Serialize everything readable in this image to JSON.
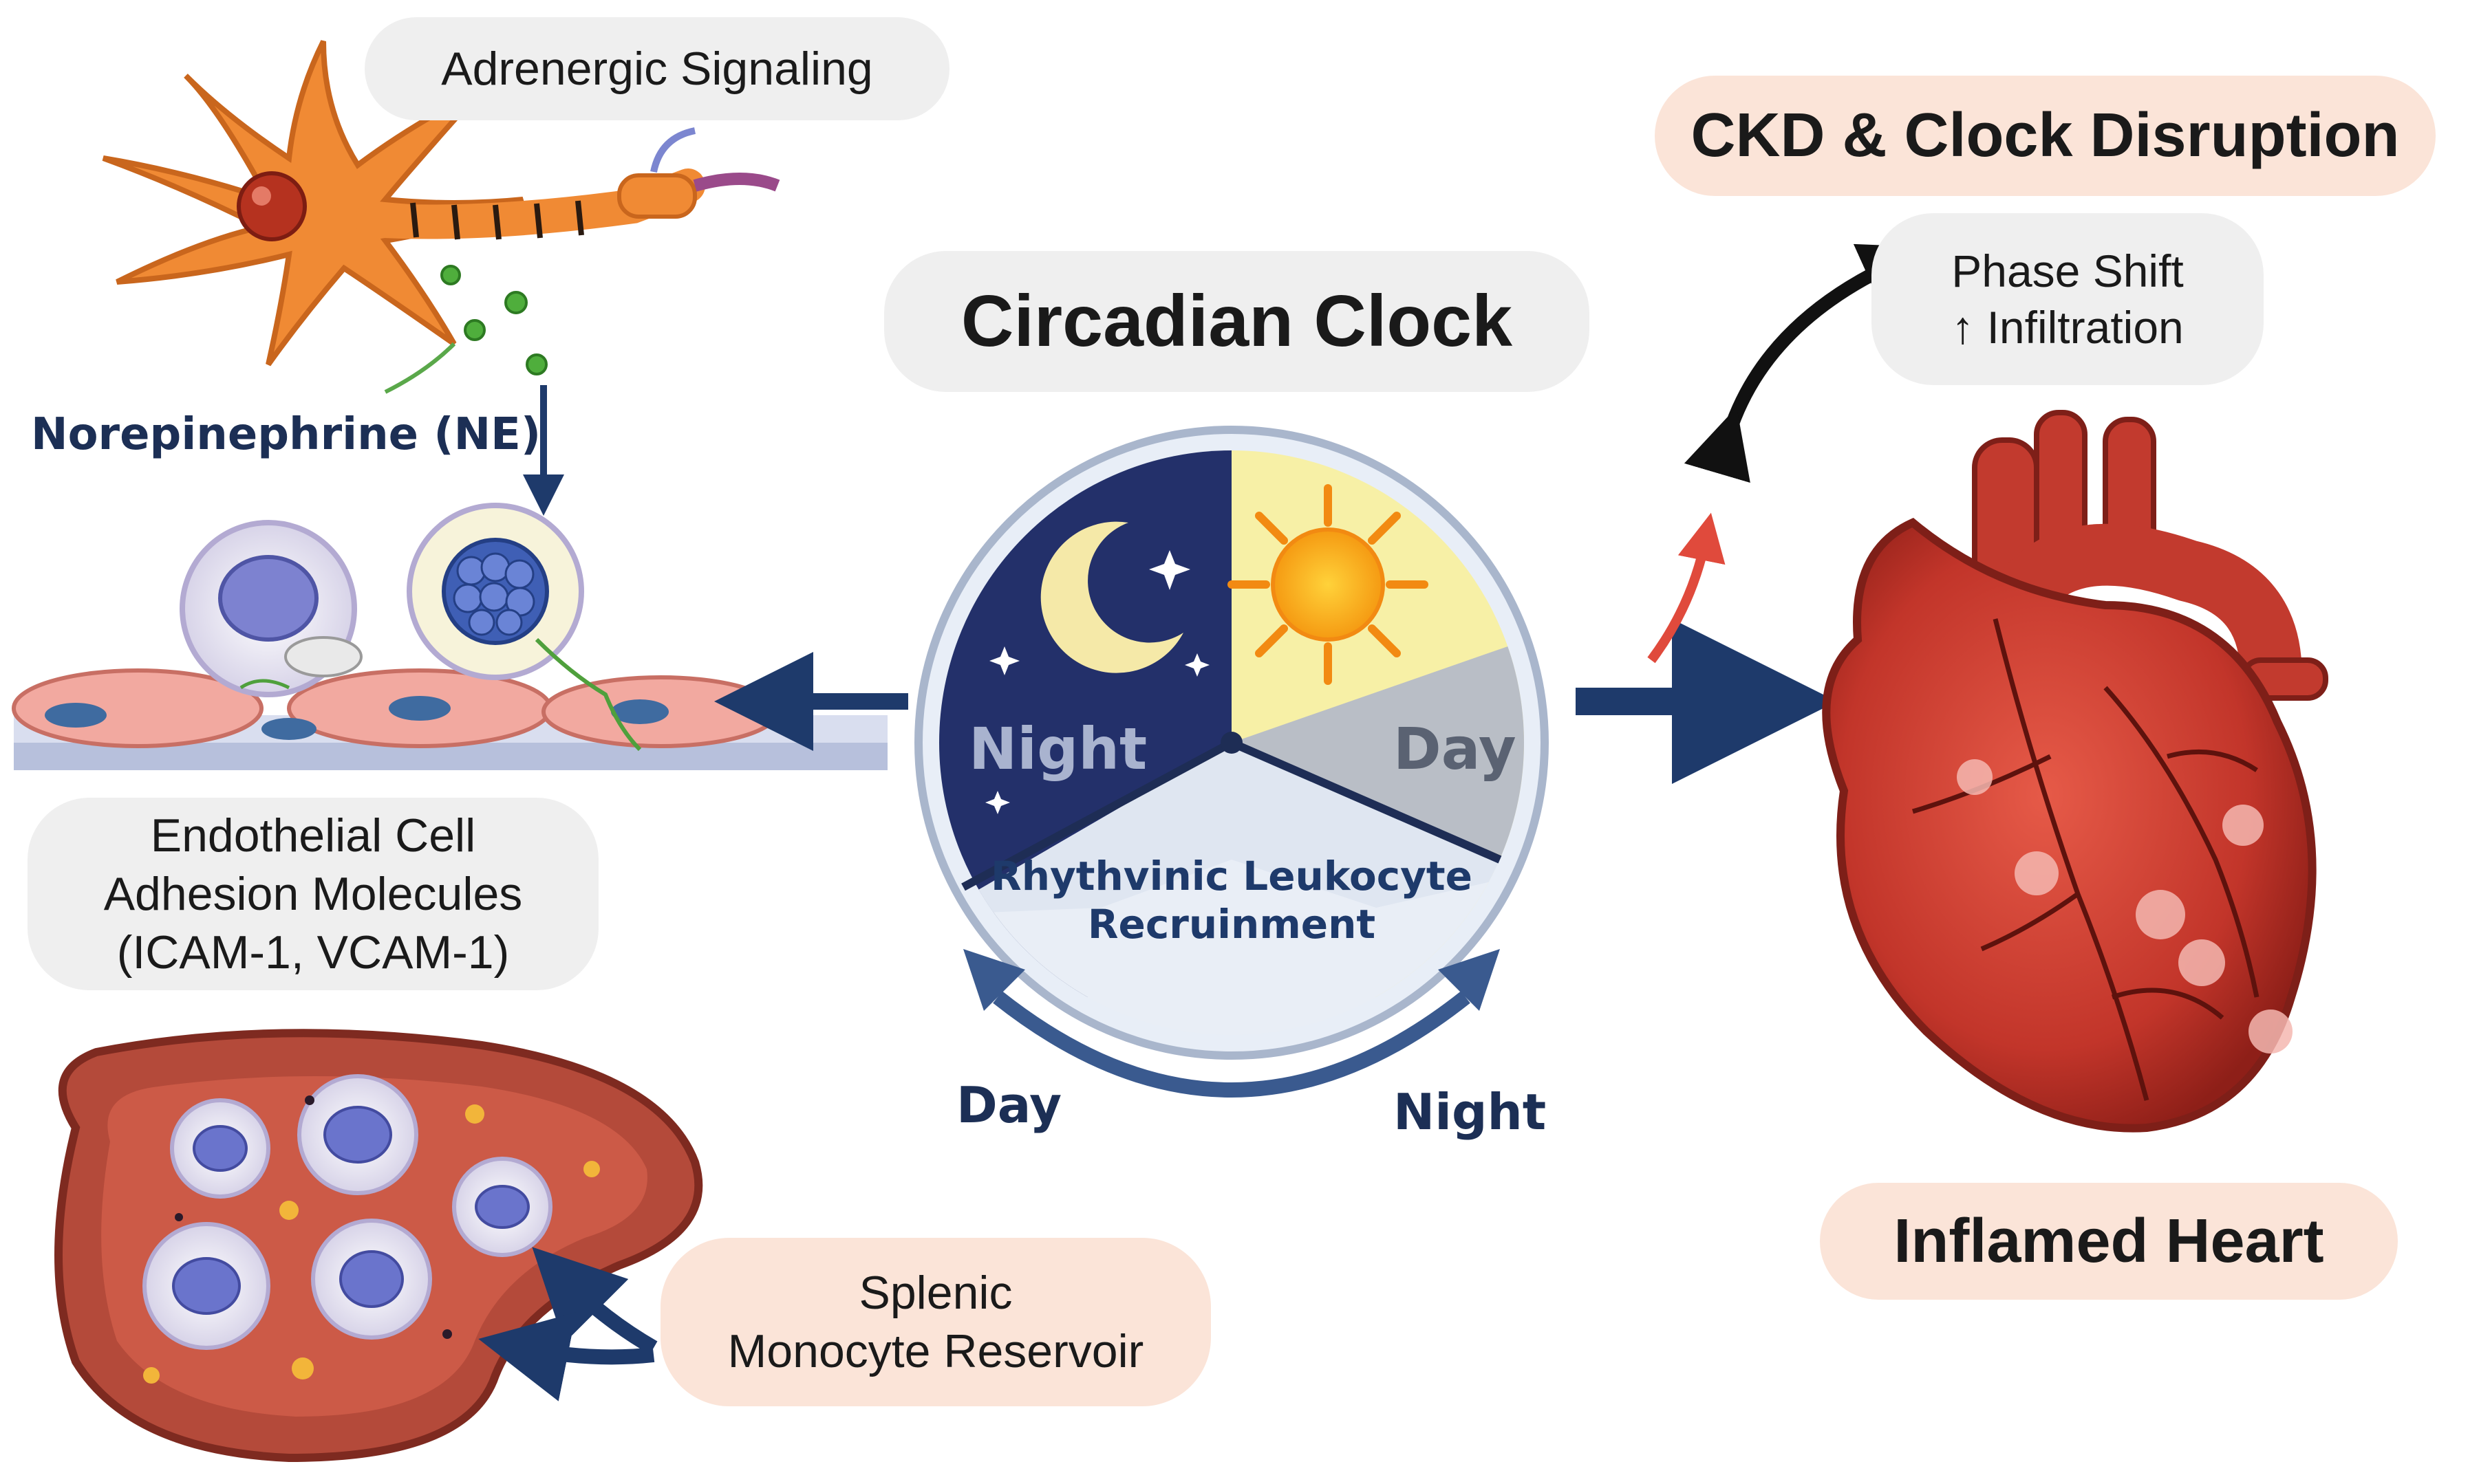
{
  "labels": {
    "adrenergic": "Adrenergic Signaling",
    "norepinephrine": "Norepinephrine (NE)",
    "endothelial": [
      "Endothelial Cell",
      "Adhesion Molecules",
      "(ICAM-1, VCAM-1)"
    ],
    "splenic": [
      "Splenic",
      "Monocyte Reservoir"
    ],
    "circadian_clock": "Circadian Clock",
    "clock_night": "Night",
    "clock_day": "Day",
    "rhythmic": [
      "Rhythvinic Leukocyte",
      "Recruinment"
    ],
    "cycle_day": "Day",
    "cycle_night": "Night",
    "ckd": "CKD & Clock Disruption",
    "phase_shift": "Phase Shift",
    "infiltration": "Infiltration",
    "inflamed_heart": "Inflamed Heart"
  },
  "colors": {
    "navy": "#1e3a6b",
    "night_sky": "#23306a",
    "day_sky": "#f7f0a6",
    "peach_pill": "#fbe4d8",
    "grey_pill": "#efefef",
    "heart_red": "#c23a2e",
    "neuron_orange": "#f08a34",
    "spleen": "#b44a3a",
    "arrow_red": "#e04a3c"
  },
  "icons": [
    "neuron-icon",
    "leukocyte-icon",
    "endothelium-icon",
    "spleen-icon",
    "clock-icon",
    "moon-icon",
    "sun-icon",
    "heart-icon"
  ]
}
